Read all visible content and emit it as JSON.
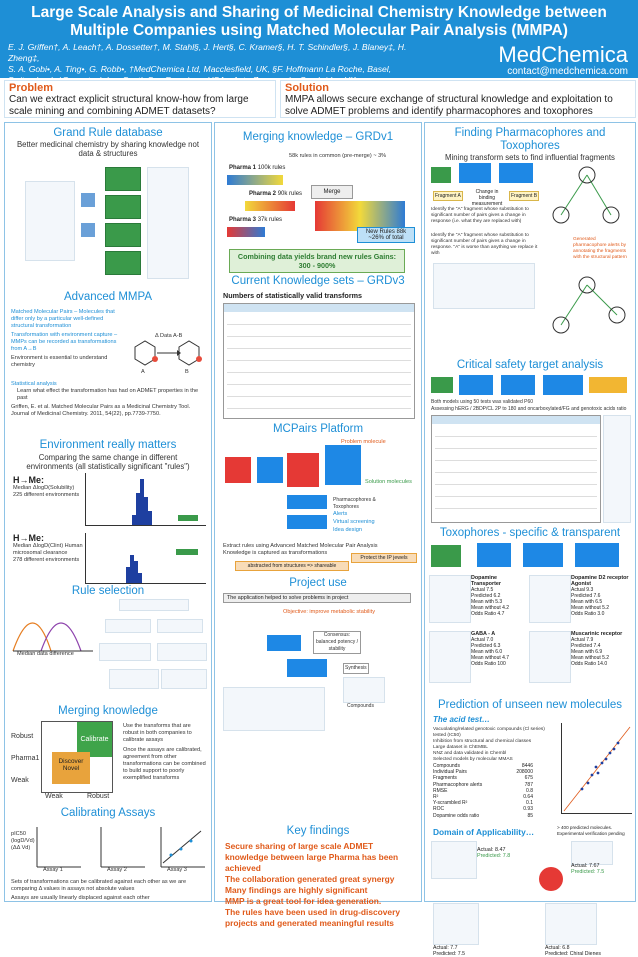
{
  "header": {
    "title": "Large Scale Analysis and Sharing of Medicinal Chemistry Knowledge between Multiple Companies using Matched Molecular Pair Analysis (MMPA)",
    "authors_1": "E. J. Griffen†, A. Leach†, A. Dossetter†, M. Stahl§, J. Hert§, C. Kramer§, H. T. Schindler§, J. Blaney‡, H. Zheng‡,",
    "authors_2": "S. A. Gobi•, A. Ting•, G. Robb•, †MedChemica Ltd, Macclesfield, UK, §F. Hoffmann La Roche, Basel,",
    "authors_3": "Switzerland, ‡Genentech Inc, South San Francisco, USA, •AstraZeneca plc, Cambridge UK.",
    "brand": "MedChemica",
    "email": "contact@medchemica.com"
  },
  "problem": {
    "heading": "Problem",
    "text": "Can we extract explicit structural know-how from large scale mining and combining ADMET datasets?"
  },
  "solution": {
    "heading": "Solution",
    "text": "MMPA allows secure exchange of structural knowledge and exploitation to solve ADMET problems and identify pharmacophores and toxophores"
  },
  "grand_rule": {
    "title": "Grand Rule database",
    "subtitle": "Better medicinal chemistry by sharing knowledge not data & structures"
  },
  "advanced_mmpa": {
    "title": "Advanced MMPA",
    "bullets": [
      "Matched Molecular Pairs – Molecules that differ only by a particular well-defined structural transformation",
      "Transformation with environment capture – MMPs can be recorded as transformations from A→B",
      "Environment is essential to understand chemistry"
    ],
    "stat_heading": "Statistical analysis",
    "stat_text": "Learn what effect the transformation has had on ADMET properties in the past",
    "ref": "Griffen, E. et al. Matched Molecular Pairs as a Medicinal Chemistry Tool. Journal of Medicinal Chemistry. 2011, 54(22), pp.7739-7750.",
    "arrow_label": "Δ Data A-B",
    "label_a": "A",
    "label_b": "B"
  },
  "environment": {
    "title": "Environment really matters",
    "subtitle": "Comparing the same change in different environments (all statistically significant \"rules\")",
    "h_me_1": "H→Me:",
    "bullets_1": [
      "Median ΔlogD(Solubility)",
      "225 different environments"
    ],
    "h_me_2": "H→Me:",
    "bullets_2": [
      "Median ΔlogD(Clint) Human microsomal clearance",
      "278 different environments"
    ]
  },
  "rule_selection": {
    "title": "Rule selection",
    "axis_label": "Median data difference"
  },
  "merging_knowledge": {
    "title": "Merging knowledge",
    "left_labels": [
      "Robust",
      "Pharma1",
      "Weak"
    ],
    "bottom_labels": [
      "Weak",
      "Robust"
    ],
    "quadrants": [
      "Calibrate",
      "Discover Novel"
    ],
    "bullets": [
      "Use the transforms that are robust in both companies to calibrate assays",
      "Once the assays are calibrated, agreement from other transformations can be combined to build support to poorly exemplified transforms"
    ]
  },
  "calibrating": {
    "title": "Calibrating Assays",
    "ylabel": "pIC50 (logD/Vd) (ΔΔ Vd)",
    "assay1": "Assay 1",
    "assay2": "Assay 2",
    "assay3": "Assay 3",
    "bullets": [
      "Sets of transformations can be calibrated against each other as we are comparing Δ values in assays not absolute values",
      "Assays are usually linearly displaced against each other"
    ]
  },
  "merging_grdv1": {
    "title": "Merging knowledge – GRDv1",
    "pharma1": "Pharma 1",
    "pharma1_rules": "100k rules",
    "pharma2": "Pharma 2",
    "pharma2_rules": "90k rules",
    "pharma3": "Pharma 3",
    "pharma3_rules": "37k rules",
    "common": "58k rules in common (pre-merge) ~ 3%",
    "merge": "Merge",
    "new_rules": "New Rules 88k ~26% of total",
    "banner": "Combining data yields brand new rules Gains: 300 - 900%"
  },
  "current_knowledge": {
    "title": "Current Knowledge sets – GRDv3",
    "subtitle": "Numbers of statistically valid transforms"
  },
  "mcpairs": {
    "title": "MCPairs Platform",
    "labels": [
      "Problem molecule",
      "Solution molecules",
      "Pharmacophores & Toxophores",
      "Alerts",
      "Virtual screening",
      "Idea design"
    ],
    "bullets": [
      "Extract rules using Advanced Matched Molecular Pair Analysis",
      "Knowledge is captured as transformations"
    ],
    "protect_ip": "Protect the IP jewels",
    "abstract": "abstracted from structures => shareable"
  },
  "project_use": {
    "title": "Project use",
    "banner": "The application helped to solve problems in project",
    "labels": [
      "Objective: improve metabolic stability",
      "Consensus: balanced potency / stability",
      "Synthesis",
      "Compounds"
    ]
  },
  "key_findings": {
    "title": "Key findings",
    "bullets": [
      "Secure sharing of large scale ADMET knowledge between large Pharma has been achieved",
      "The collaboration generated great synergy",
      "Many findings are highly significant",
      "MMP is a great tool for idea generation.",
      "The rules have been used in drug-discovery projects and generated meaningful results"
    ]
  },
  "pharmacophores": {
    "title": "Finding Pharmacophores and Toxophores",
    "subtitle": "Mining transform sets to find influential fragments",
    "fragment_a": "Fragment A",
    "fragment_b": "Fragment B",
    "change": "Change in binding measurement",
    "note": "Generated pharmacophore alerts by annotating the fragments with the structural pattern",
    "note_1": "Identify the \"A\" fragment whose substitution to significant number of pairs gives a change in response (i.e. what they are replaced with)",
    "note_2": "Identify the \"A\" fragment whose substitution to significant number of pairs gives a change in response. \"A\" is worse than anything we replace it with"
  },
  "critical_safety": {
    "title": "Critical safety target analysis",
    "bullets": [
      "Both models using 50 tests was validated P60",
      "Assessing hERG / 2BDP/CL 2P to 180 and oncarboxylated/FG and genotoxic acids ratio"
    ]
  },
  "toxophores": {
    "title": "Toxophores - specific & transparent",
    "table": [
      {
        "name": "Dopamine Transporter",
        "rows": [
          [
            "Actual",
            "7.5"
          ],
          [
            "Predicted",
            "6.2"
          ],
          [
            "Mean with",
            "5.3"
          ],
          [
            "Mean without",
            "4.2"
          ],
          [
            "Odds Ratio",
            "4.7"
          ]
        ]
      },
      {
        "name": "Dopamine D2 receptor Agonist",
        "rows": [
          [
            "Actual",
            "9.3"
          ],
          [
            "Predicted",
            "7.6"
          ],
          [
            "Mean with",
            "6.5"
          ],
          [
            "Mean without",
            "5.2"
          ],
          [
            "Odds Ratio",
            "3.0"
          ]
        ]
      },
      {
        "name": "GABA - A",
        "rows": [
          [
            "Actual",
            "7.0"
          ],
          [
            "Predicted",
            "6.3"
          ],
          [
            "Mean with",
            "6.0"
          ],
          [
            "Mean without",
            "4.7"
          ],
          [
            "Odds Ratio",
            "100"
          ]
        ]
      },
      {
        "name": "Muscarinic receptor",
        "rows": [
          [
            "Actual",
            "7.9"
          ],
          [
            "Predicted",
            "7.4"
          ],
          [
            "Mean with",
            "6.9"
          ],
          [
            "Mean without",
            "5.2"
          ],
          [
            "Odds Ratio",
            "14.0"
          ]
        ]
      }
    ]
  },
  "prediction": {
    "title": "Prediction of unseen new molecules",
    "acid_test": "The acid test…",
    "bullets": [
      "Vacuolating/related genotoxic compounds (Cl series) tested (IC50)",
      "Inhibition from structural and chemical classes",
      "Large dataset in ChEMBL",
      "NNZ and data validated in Chembl",
      "Selected models by molecular MMAS"
    ],
    "stats": [
      [
        "Compounds",
        "8446"
      ],
      [
        "Individual Pairs",
        "208000"
      ],
      [
        "Fragments",
        "675"
      ],
      [
        "Pharmacophore alerts",
        "787"
      ],
      [
        "RMSE",
        "0.8"
      ],
      [
        "R²",
        "0.64"
      ],
      [
        "Y-scrambled R²",
        "0.1"
      ],
      [
        "ROC",
        "0.93"
      ],
      [
        "Dopamine odds ratio",
        "85"
      ]
    ]
  },
  "domain": {
    "title": "Domain of Applicability…",
    "note": "> 400 predicted molecules. Experimental verification pending",
    "mol_1_actual": "Actual: 8.47",
    "mol_1_pred": "Predicted: 7.8",
    "mol_2_actual": "Actual: 7.67",
    "mol_2_pred": "Predicted: 7.5",
    "mol_3_actual": "Actual: 7.7",
    "mol_3_pred": "Predicted: 7.5",
    "mol_4_actual": "Actual: 6.8",
    "mol_4_pred": "Predicted: Chiral Dienes"
  }
}
